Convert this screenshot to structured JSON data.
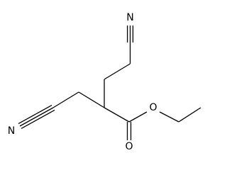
{
  "atoms": {
    "nitrile_n_top": "N",
    "nitrile_n_left": "N",
    "carbonyl_o": "O",
    "ester_o": "O"
  }
}
